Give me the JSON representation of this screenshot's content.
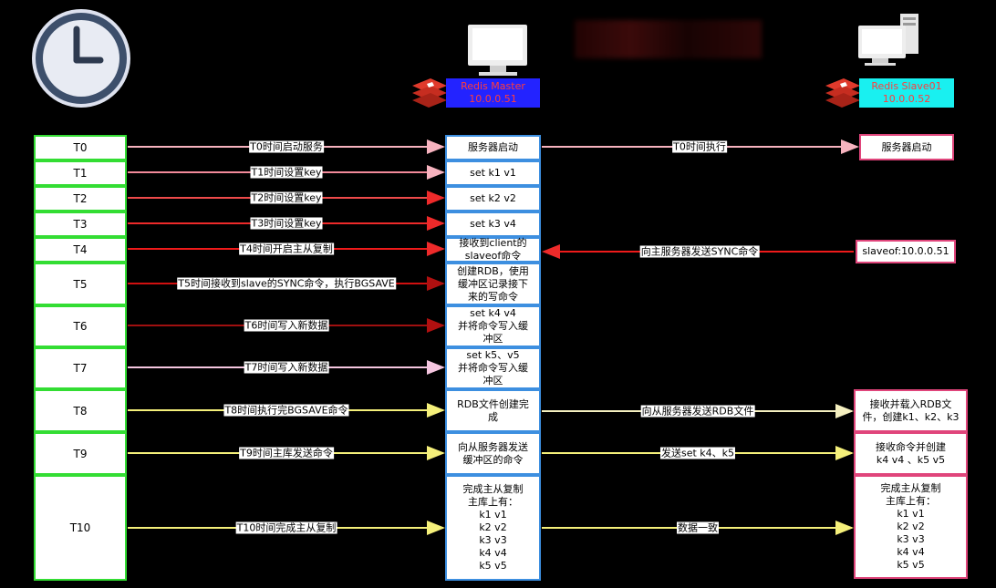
{
  "colors": {
    "time_border": "#33dd33",
    "master_border": "#3d8fe0",
    "slave_border": "#e0457b",
    "master_header_bg": "#2323ff",
    "master_header_text": "#ff3d3d",
    "slave_header_bg": "#19f0f0",
    "slave_header_text": "#ff3d3d"
  },
  "icons": {
    "clock": "clock-icon",
    "master_computer": "monitor-icon",
    "slave_computer": "desktop-tower-icon",
    "redis": "redis-logo-icon"
  },
  "master": {
    "name": "Redis Master",
    "ip": "10.0.0.51"
  },
  "slave": {
    "name": "Redis Slave01",
    "ip": "10.0.0.52"
  },
  "rows": [
    {
      "time": "T0",
      "event": "T0时间启动服务",
      "master": "服务器启动",
      "slave_msg": "T0时间执行",
      "slave": "服务器启动"
    },
    {
      "time": "T1",
      "event": "T1时间设置key",
      "master": "set k1 v1"
    },
    {
      "time": "T2",
      "event": "T2时间设置key",
      "master": "set k2 v2"
    },
    {
      "time": "T3",
      "event": "T3时间设置key",
      "master": "set k3 v4"
    },
    {
      "time": "T4",
      "event": "T4时间开启主从复制",
      "master": "接收到client的\nslaveof命令",
      "slave_msg": "向主服务器发送SYNC命令",
      "slave": "slaveof:10.0.0.51"
    },
    {
      "time": "T5",
      "event": "T5时间接收到slave的SYNC命令，执行BGSAVE",
      "master": "创建RDB，使用\n缓冲区记录接下\n来的写命令"
    },
    {
      "time": "T6",
      "event": "T6时间写入新数据",
      "master": "set k4 v4\n并将命令写入缓\n冲区"
    },
    {
      "time": "T7",
      "event": "T7时间写入新数据",
      "master": "set k5、v5\n并将命令写入缓\n冲区"
    },
    {
      "time": "T8",
      "event": "T8时间执行完BGSAVE命令",
      "master": "RDB文件创建完\n成",
      "slave_msg": "向从服务器发送RDB文件",
      "slave": "接收并载入RDB文\n件，创建k1、k2、k3"
    },
    {
      "time": "T9",
      "event": "T9时间主库发送命令",
      "master": "向从服务器发送\n缓冲区的命令",
      "slave_msg": "发送set k4、k5",
      "slave": "接收命令并创建\nk4 v4 、k5 v5"
    },
    {
      "time": "T10",
      "event": "T10时间完成主从复制",
      "master": "完成主从复制\n主库上有：\nk1 v1\nk2 v2\nk3 v3\nk4 v4\nk5 v5",
      "slave_msg": "数据一致",
      "slave": "完成主从复制\n主库上有：\nk1 v1\nk2 v2\nk3 v3\nk4 v4\nk5 v5"
    }
  ]
}
